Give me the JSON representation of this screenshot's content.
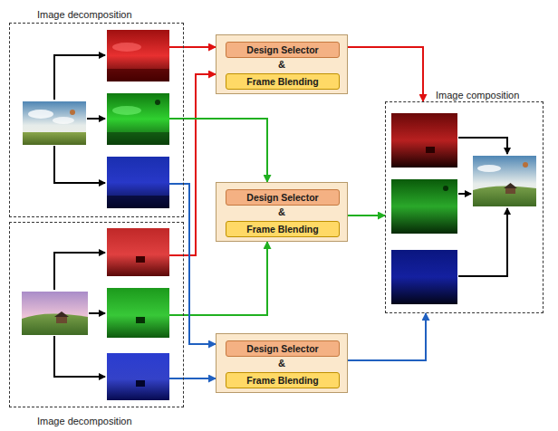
{
  "diagram": {
    "nodes": [
      {
        "text": [
          "Image decomposition"
        ]
      },
      {
        "text": [
          "Image composition"
        ]
      },
      {
        "text": [
          "&"
        ]
      },
      {
        "text": [
          "Design Selector"
        ],
        "in": 2
      },
      {
        "text": [
          "Frame Blending"
        ],
        "in": 2
      },
      {
        "text": [
          "&"
        ]
      },
      {
        "text": [
          "Design Selector"
        ],
        "in": 5
      },
      {
        "text": [
          "Frame Blending"
        ],
        "in": 5
      },
      {
        "text": [
          "&"
        ]
      },
      {
        "text": [
          "Design Selector"
        ],
        "in": 8
      },
      {
        "text": [
          "Frame Blending"
        ],
        "in": 8
      },
      {
        "text": [
          "Image decomposition"
        ]
      }
    ],
    "edges": [
      {
        "from": 0,
        "to": 2,
        "arrow": "to"
      },
      {
        "from": 11,
        "to": 2,
        "arrow": "to"
      },
      {
        "from": 0,
        "to": 5,
        "arrow": "to"
      },
      {
        "from": 11,
        "to": 5,
        "arrow": "to"
      },
      {
        "from": 0,
        "to": 8,
        "arrow": "to"
      },
      {
        "from": 11,
        "to": 8,
        "arrow": "to"
      },
      {
        "from": 2,
        "to": 1,
        "arrow": "to"
      },
      {
        "from": 5,
        "to": 1,
        "arrow": "to"
      },
      {
        "from": 8,
        "to": 1,
        "arrow": "to"
      }
    ]
  }
}
